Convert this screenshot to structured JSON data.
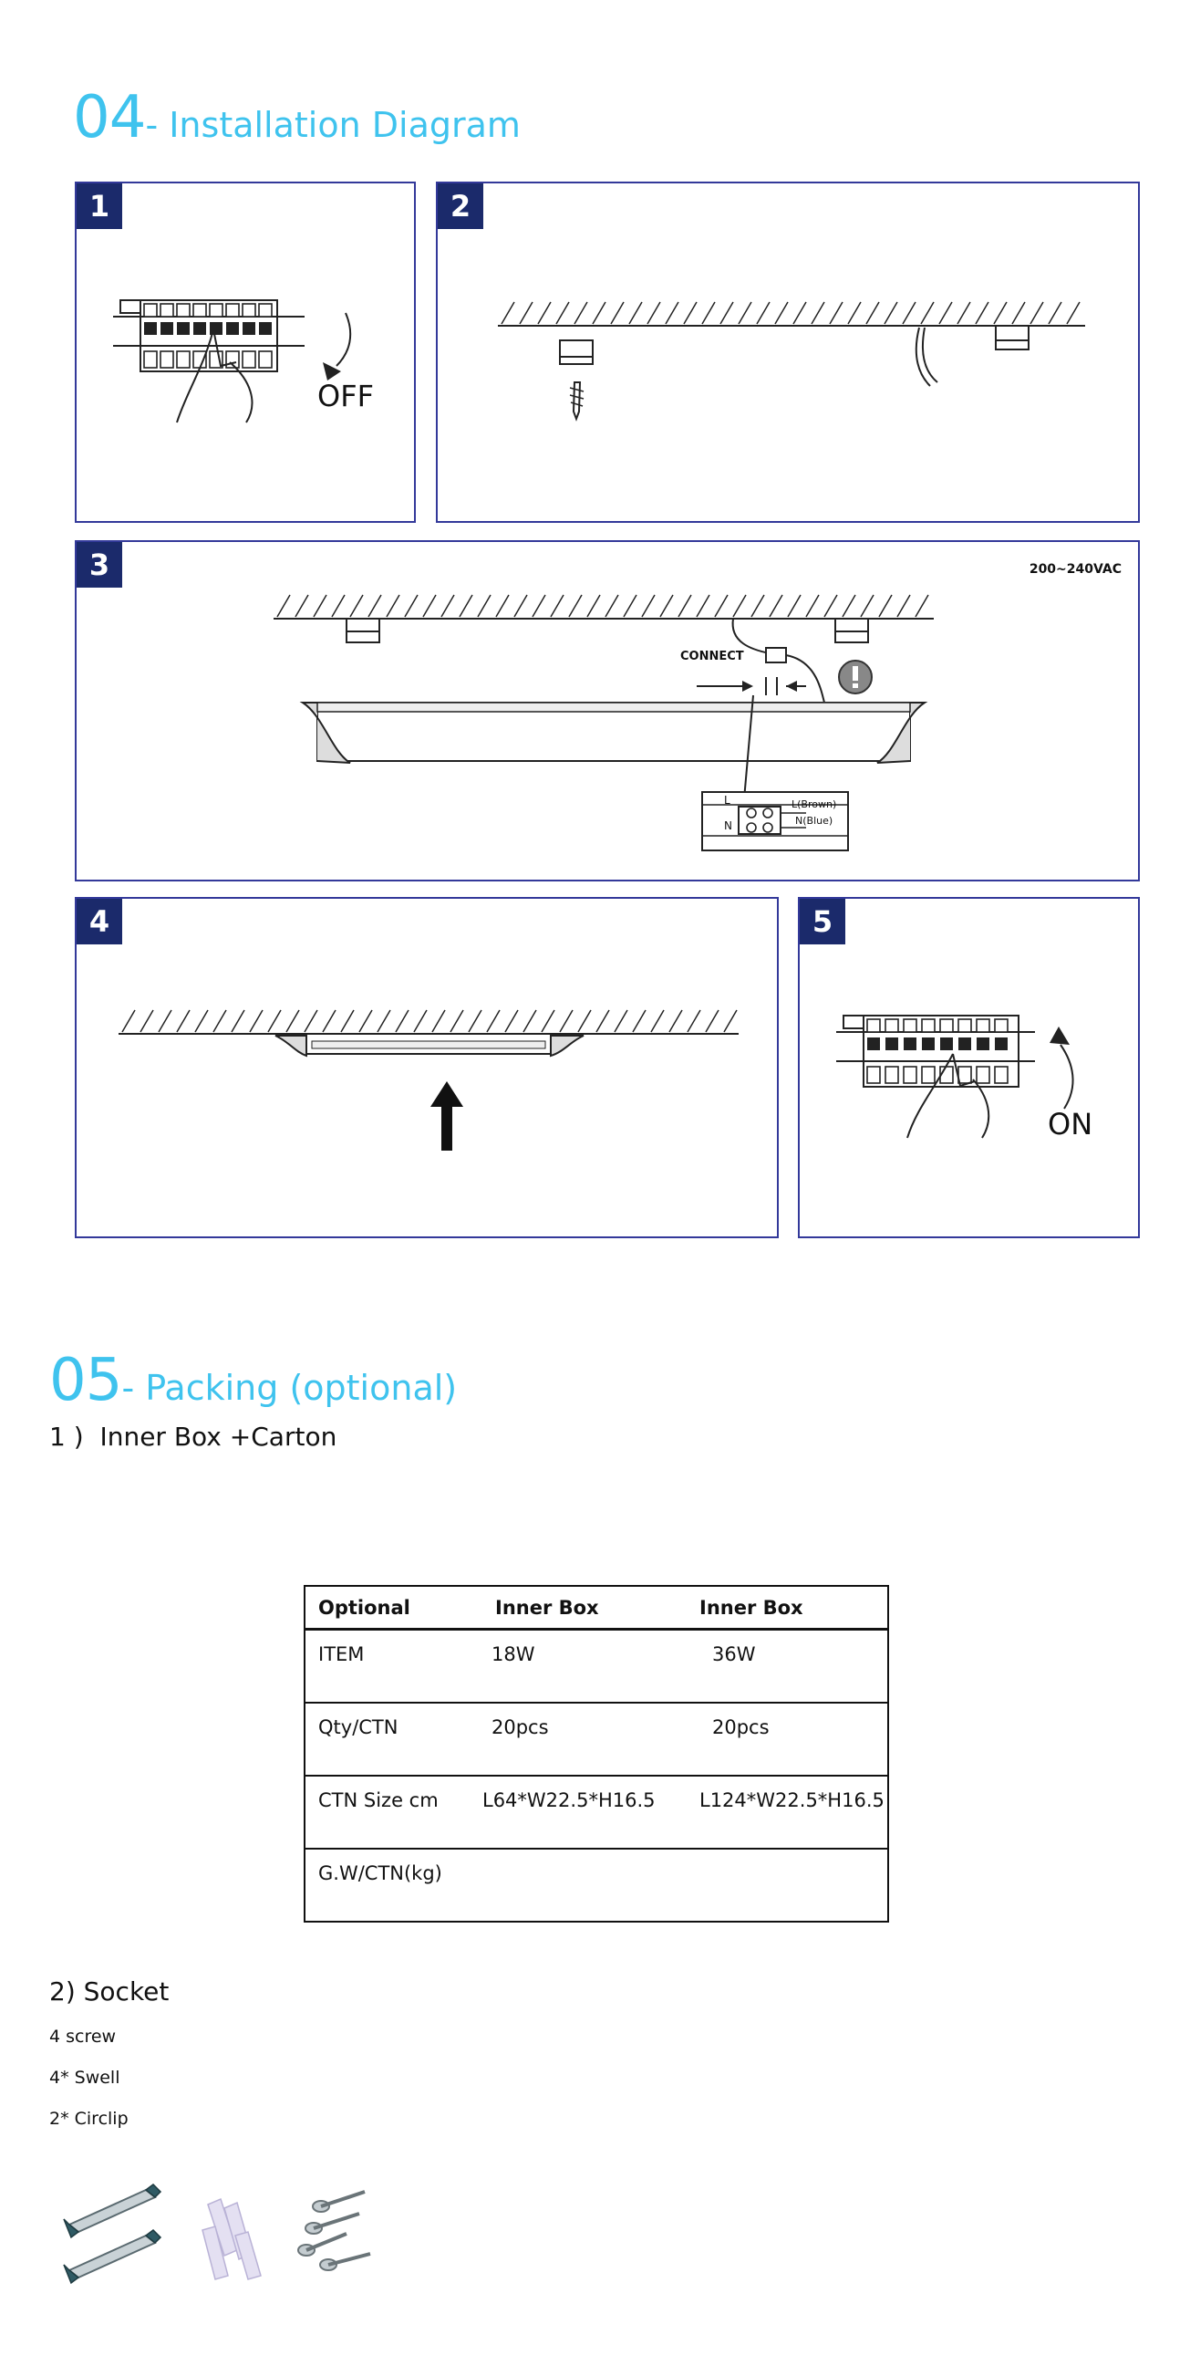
{
  "installation": {
    "number": "04",
    "title": "- Installation Diagram",
    "steps": [
      {
        "badge": "1",
        "label": "OFF"
      },
      {
        "badge": "2"
      },
      {
        "badge": "3",
        "voltage": "200~240VAC",
        "connect": "CONNECT",
        "live": "L(Brown)",
        "neutral": "N(Blue)",
        "l_mark": "L",
        "n_mark": "N"
      },
      {
        "badge": "4"
      },
      {
        "badge": "5",
        "label": "ON"
      }
    ]
  },
  "packing": {
    "number": "05",
    "title": "- Packing (optional)",
    "sub1": "1 )  Inner Box +Carton",
    "table": {
      "headers": [
        "Optional",
        "Inner Box",
        "Inner Box"
      ],
      "rows": [
        [
          "ITEM",
          "18W",
          "36W"
        ],
        [
          "Qty/CTN",
          "20pcs",
          "20pcs"
        ],
        [
          "CTN Size cm",
          "L64*W22.5*H16.5",
          "L124*W22.5*H16.5"
        ],
        [
          "G.W/CTN(kg)",
          "",
          ""
        ]
      ]
    },
    "sub2": "2) Socket",
    "items": [
      "4 screw",
      "4* Swell",
      "2* Circlip"
    ]
  }
}
